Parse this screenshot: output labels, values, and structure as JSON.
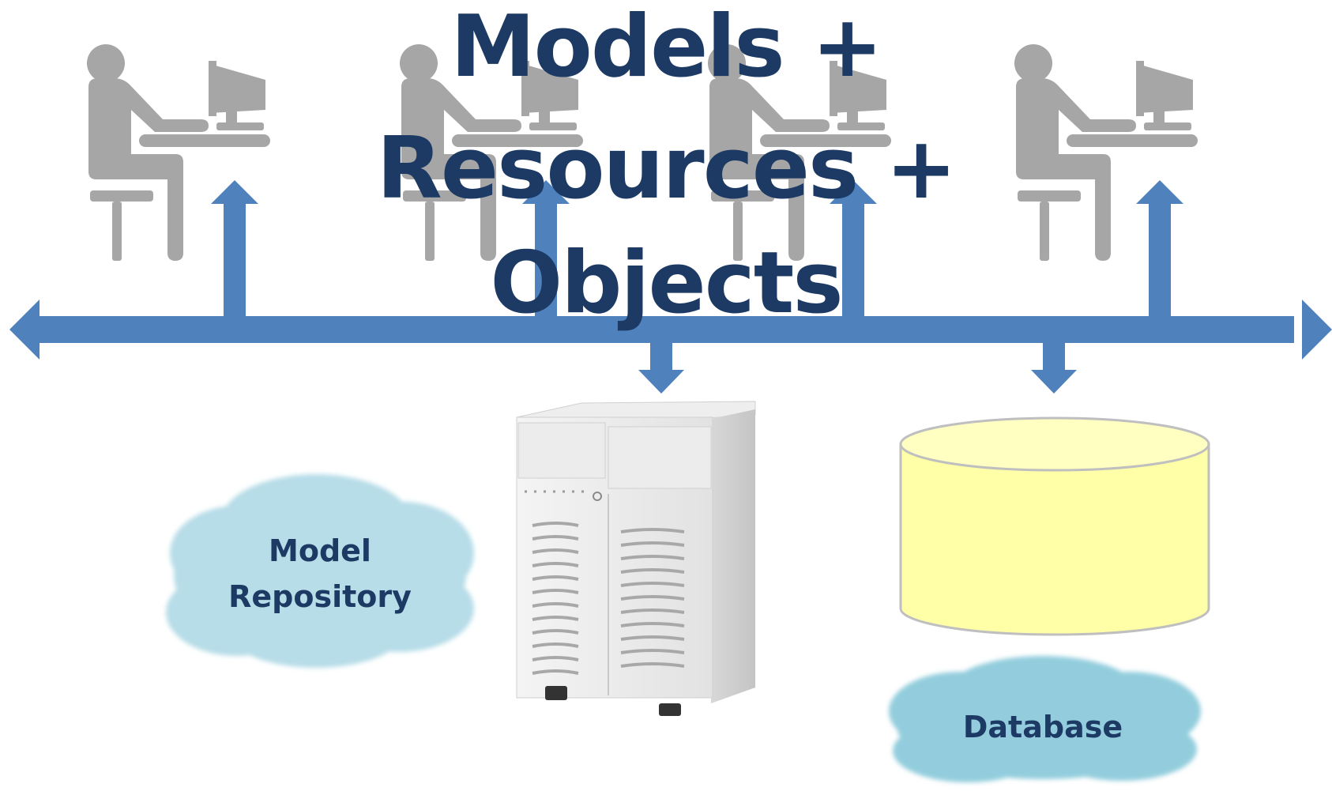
{
  "title": {
    "lines": [
      "Models +",
      "Resources +",
      "Objects"
    ]
  },
  "labels": {
    "model_repository": [
      "Model",
      "Repository"
    ],
    "database": "Database"
  },
  "colors": {
    "bus": "#4f81bd",
    "person": "#a6a6a6",
    "title": "#1c3a63",
    "cloud_repository": "#b7dde8",
    "cloud_database": "#93cddd",
    "cylinder_fill": "#ffffa8",
    "cylinder_stroke": "#bfbfbf"
  },
  "icons": [
    "person-at-computer-icon",
    "server-tower-icon",
    "database-cylinder-icon",
    "cloud-shape"
  ]
}
